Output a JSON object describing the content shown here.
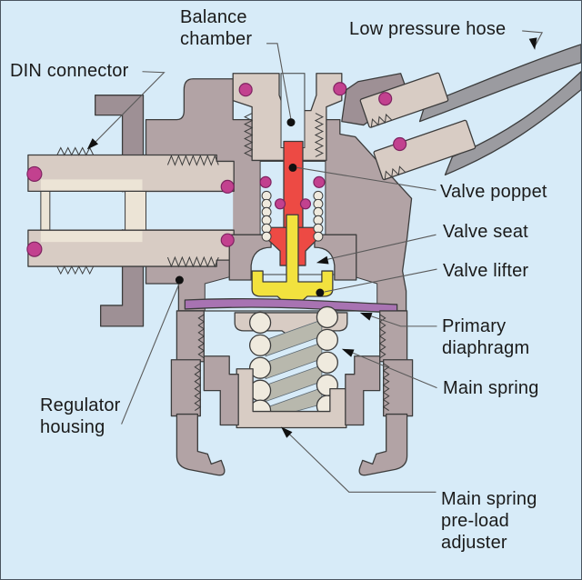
{
  "diagram": {
    "subject": "Scuba regulator first stage cross-section",
    "labels": {
      "balance_chamber": {
        "lines": [
          "Balance",
          "chamber"
        ]
      },
      "low_pressure_hose": {
        "lines": [
          "Low pressure hose"
        ]
      },
      "din_connector": {
        "lines": [
          "DIN connector"
        ]
      },
      "valve_poppet": {
        "lines": [
          "Valve poppet"
        ]
      },
      "valve_seat": {
        "lines": [
          "Valve seat"
        ]
      },
      "valve_lifter": {
        "lines": [
          "Valve lifter"
        ]
      },
      "primary_diaphragm": {
        "lines": [
          "Primary",
          "diaphragm"
        ]
      },
      "main_spring": {
        "lines": [
          "Main spring"
        ]
      },
      "regulator_housing": {
        "lines": [
          "Regulator",
          "housing"
        ]
      },
      "main_spring_preload_adjuster": {
        "lines": [
          "Main spring",
          "pre-load",
          "adjuster"
        ]
      }
    },
    "colors": {
      "background": "#d7ebf8",
      "housing": "#b2a3a5",
      "housing_dark": "#9e9095",
      "metal_light": "#d8ccc4",
      "cream": "#ece4d6",
      "poppet_red": "#ed4a44",
      "lifter_yellow": "#f2e23e",
      "diaphragm_purple": "#a873b2",
      "oring_magenta": "#c2418f",
      "hose_gray": "#9b9ba0",
      "spring_coil": "#efeade",
      "spring_band": "#b8b8ad",
      "outline": "#3c3c3c",
      "label_text": "#1a1a1a",
      "leader": "#5a5a5a"
    }
  }
}
